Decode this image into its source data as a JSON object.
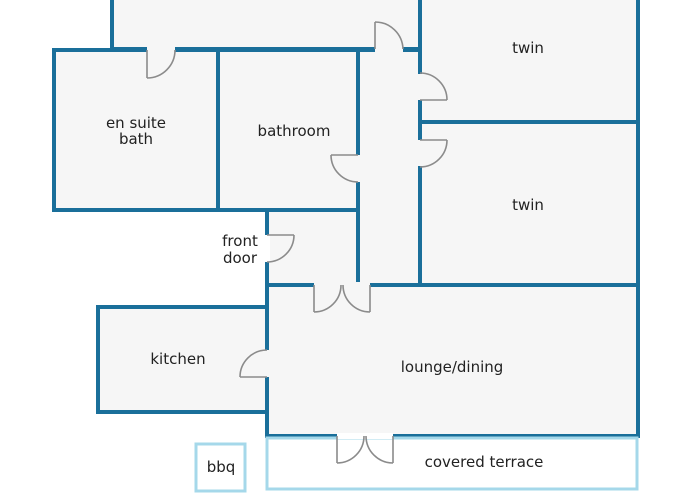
{
  "rooms": {
    "twin_top": "twin",
    "en_suite_line1": "en suite",
    "en_suite_line2": "bath",
    "bathroom": "bathroom",
    "twin_middle": "twin",
    "front_door_line1": "front",
    "front_door_line2": "door",
    "kitchen": "kitchen",
    "lounge": "lounge/dining",
    "bbq": "bbq",
    "terrace": "covered terrace"
  },
  "colors": {
    "wall": "#1a6f9a",
    "floor": "#f6f6f6",
    "terrace_outline": "#a5d8ea",
    "door": "#8b8b8b",
    "text": "#222222"
  }
}
